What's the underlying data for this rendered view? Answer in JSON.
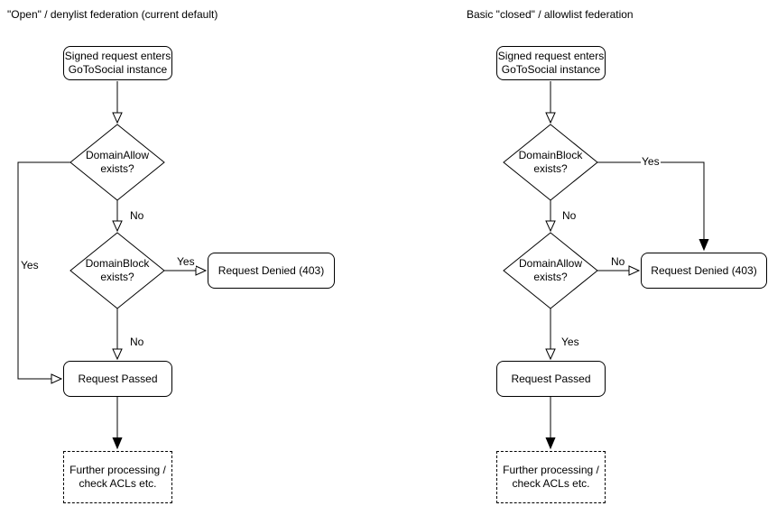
{
  "colors": {
    "stroke": "#000000",
    "text": "#000000",
    "node_fill": "#ffffff",
    "background": "#ffffff"
  },
  "left_chart": {
    "title": "\"Open\" / denylist federation (current default)",
    "nodes": {
      "start": {
        "line1": "Signed request enters",
        "line2": "GoToSocial instance"
      },
      "decision1": {
        "line1": "DomainAllow",
        "line2": "exists?"
      },
      "decision2": {
        "line1": "DomainBlock",
        "line2": "exists?"
      },
      "denied": {
        "label": "Request Denied (403)"
      },
      "passed": {
        "label": "Request Passed"
      },
      "further": {
        "line1": "Further processing /",
        "line2": "check ACLs etc."
      }
    },
    "edge_labels": {
      "decision1_yes": "Yes",
      "decision1_no": "No",
      "decision2_yes": "Yes",
      "decision2_no": "No"
    }
  },
  "right_chart": {
    "title": "Basic \"closed\" / allowlist federation",
    "nodes": {
      "start": {
        "line1": "Signed request enters",
        "line2": "GoToSocial instance"
      },
      "decision1": {
        "line1": "DomainBlock",
        "line2": "exists?"
      },
      "decision2": {
        "line1": "DomainAllow",
        "line2": "exists?"
      },
      "denied": {
        "label": "Request Denied (403)"
      },
      "passed": {
        "label": "Request Passed"
      },
      "further": {
        "line1": "Further processing /",
        "line2": "check ACLs etc."
      }
    },
    "edge_labels": {
      "decision1_yes": "Yes",
      "decision1_no": "No",
      "decision2_no": "No",
      "decision2_yes": "Yes"
    }
  }
}
